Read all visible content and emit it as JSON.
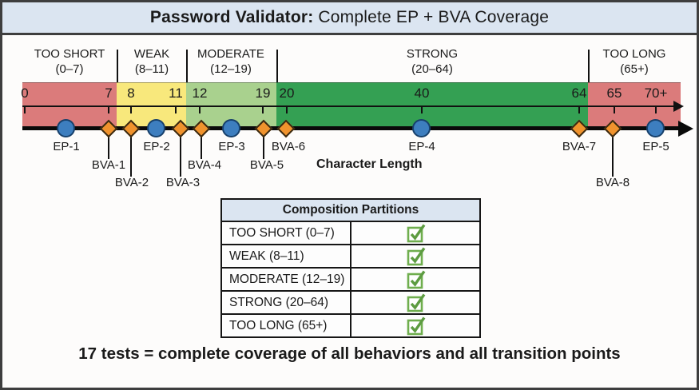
{
  "header": {
    "title_bold": "Password Validator:",
    "title_rest": "Complete EP + BVA Coverage"
  },
  "colors": {
    "header_bg": "#dbe5f1",
    "too_short": "#db7b7b",
    "weak": "#f8e87c",
    "moderate": "#a9d18e",
    "strong": "#34a053",
    "too_long": "#db7b7b",
    "ep_fill": "#3d7ebf",
    "ep_border": "#17406b",
    "bva_fill": "#f0932d",
    "check_green": "#6fae4e",
    "frame_border": "#3e3e3e"
  },
  "axis": {
    "caption": "Character Length",
    "partitions": [
      {
        "name": "TOO SHORT",
        "range": "(0–7)",
        "color": "#db7b7b"
      },
      {
        "name": "WEAK",
        "range": "(8–11)",
        "color": "#f8e87c"
      },
      {
        "name": "MODERATE",
        "range": "(12–19)",
        "color": "#a9d18e"
      },
      {
        "name": "STRONG",
        "range": "(20–64)",
        "color": "#34a053"
      },
      {
        "name": "TOO LONG",
        "range": "(65+)",
        "color": "#db7b7b"
      }
    ],
    "ticks": [
      "0",
      "7",
      "8",
      "11",
      "12",
      "19",
      "20",
      "40",
      "64",
      "65",
      "70+"
    ]
  },
  "markers": [
    {
      "label": "EP-1",
      "type": "EP"
    },
    {
      "label": "BVA-1",
      "type": "BVA"
    },
    {
      "label": "BVA-2",
      "type": "BVA"
    },
    {
      "label": "EP-2",
      "type": "EP"
    },
    {
      "label": "BVA-3",
      "type": "BVA"
    },
    {
      "label": "BVA-4",
      "type": "BVA"
    },
    {
      "label": "EP-3",
      "type": "EP"
    },
    {
      "label": "BVA-5",
      "type": "BVA"
    },
    {
      "label": "BVA-6",
      "type": "BVA"
    },
    {
      "label": "EP-4",
      "type": "EP"
    },
    {
      "label": "BVA-7",
      "type": "BVA"
    },
    {
      "label": "BVA-8",
      "type": "BVA"
    },
    {
      "label": "EP-5",
      "type": "EP"
    }
  ],
  "table": {
    "title": "Composition Partitions",
    "rows": [
      {
        "label": "TOO SHORT (0–7)",
        "checked": true
      },
      {
        "label": "WEAK (8–11)",
        "checked": true
      },
      {
        "label": "MODERATE (12–19)",
        "checked": true
      },
      {
        "label": "STRONG (20–64)",
        "checked": true
      },
      {
        "label": "TOO LONG (65+)",
        "checked": true
      }
    ]
  },
  "footer": {
    "note": "17 tests = complete coverage of all behaviors and all transition points"
  }
}
